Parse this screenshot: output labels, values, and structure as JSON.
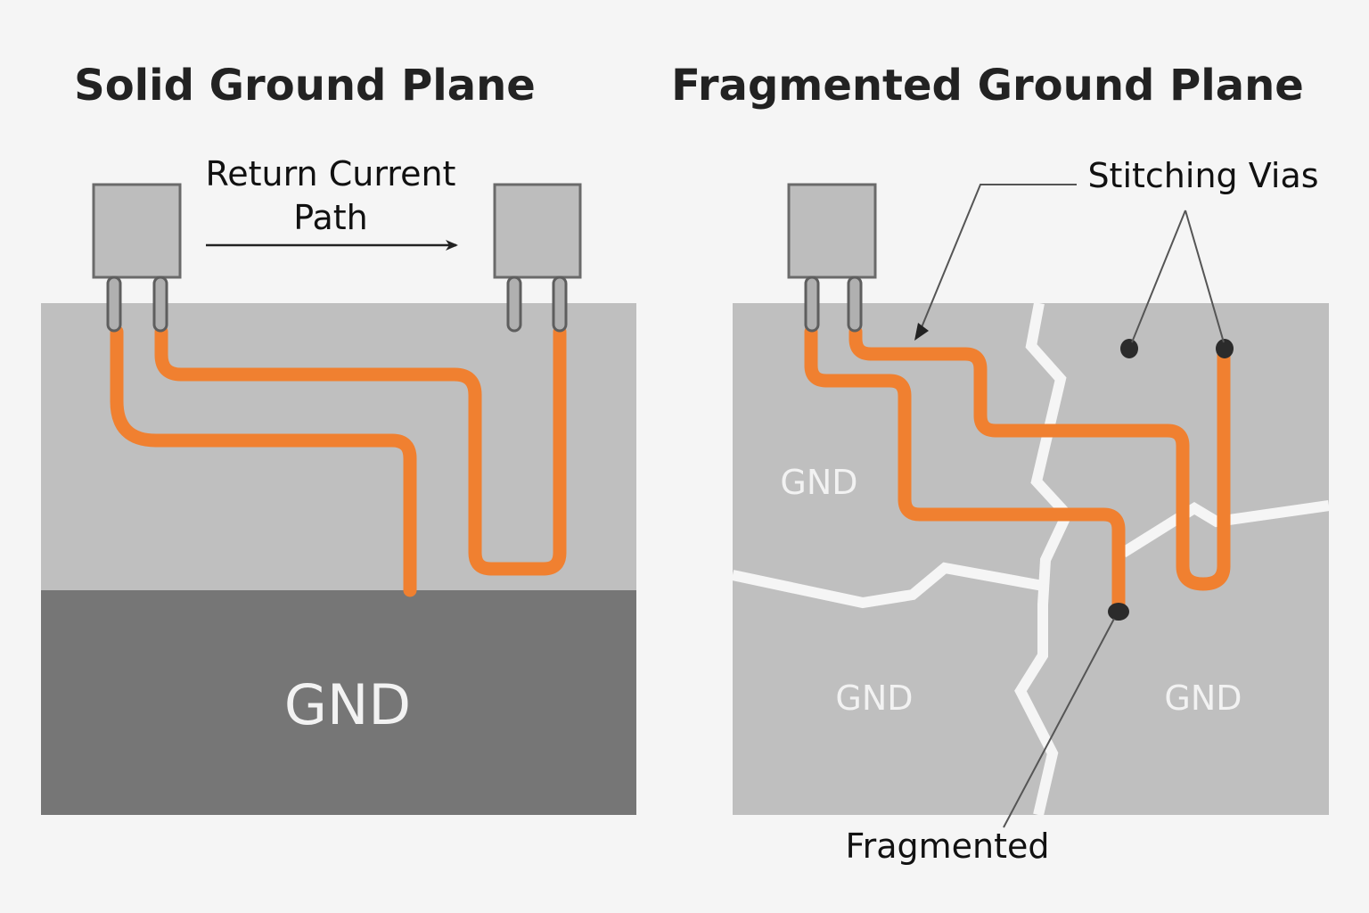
{
  "left_panel": {
    "title": "Solid Ground Plane",
    "arrow_label_line1": "Return Current",
    "arrow_label_line2": "Path",
    "gnd_label": "GND"
  },
  "right_panel": {
    "title": "Fragmented Ground Plane",
    "stitching_label": "Stitching Vias",
    "fragmented_label": "Fragmented",
    "gnd_labels": [
      "GND",
      "GND",
      "GND"
    ]
  },
  "colors": {
    "background": "#f5f5f5",
    "plane_light": "#bfbfbf",
    "plane_dark": "#767676",
    "trace": "#f08030",
    "via": "#2b2b2b"
  }
}
